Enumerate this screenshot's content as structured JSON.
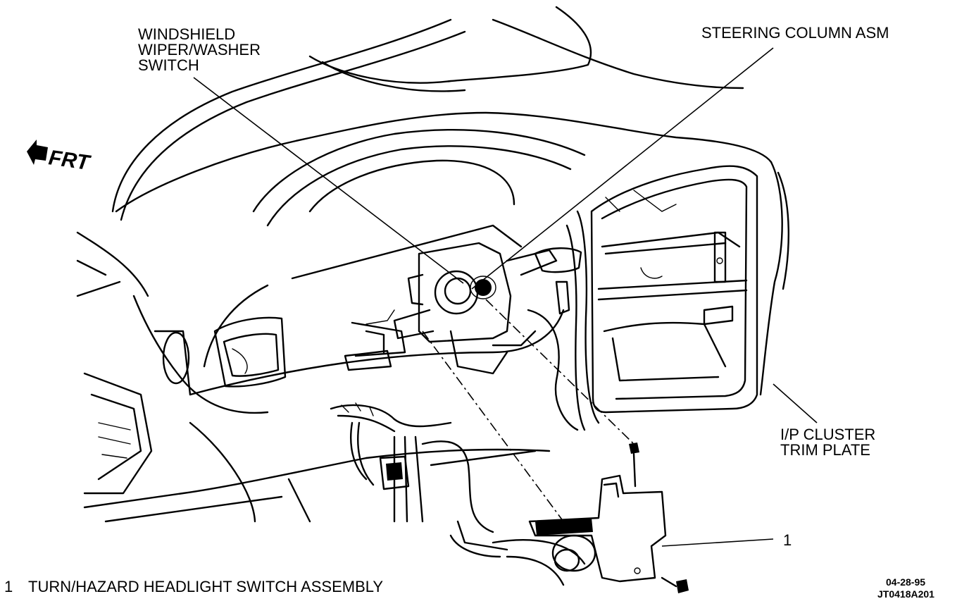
{
  "direction_marker": {
    "text": "FRT",
    "icon": "front-arrow-icon"
  },
  "callouts": {
    "wiper_switch": [
      "WINDSHIELD",
      "WIPER/WASHER",
      "SWITCH"
    ],
    "steering_column": "STEERING COLUMN ASM",
    "cluster_trim_plate": [
      "I/P CLUSTER",
      "TRIM PLATE"
    ],
    "item_number": "1"
  },
  "legend": {
    "number": "1",
    "text": "TURN/HAZARD HEADLIGHT SWITCH ASSEMBLY"
  },
  "figure_id": {
    "date": "04-28-95",
    "code": "JT0418A201"
  }
}
